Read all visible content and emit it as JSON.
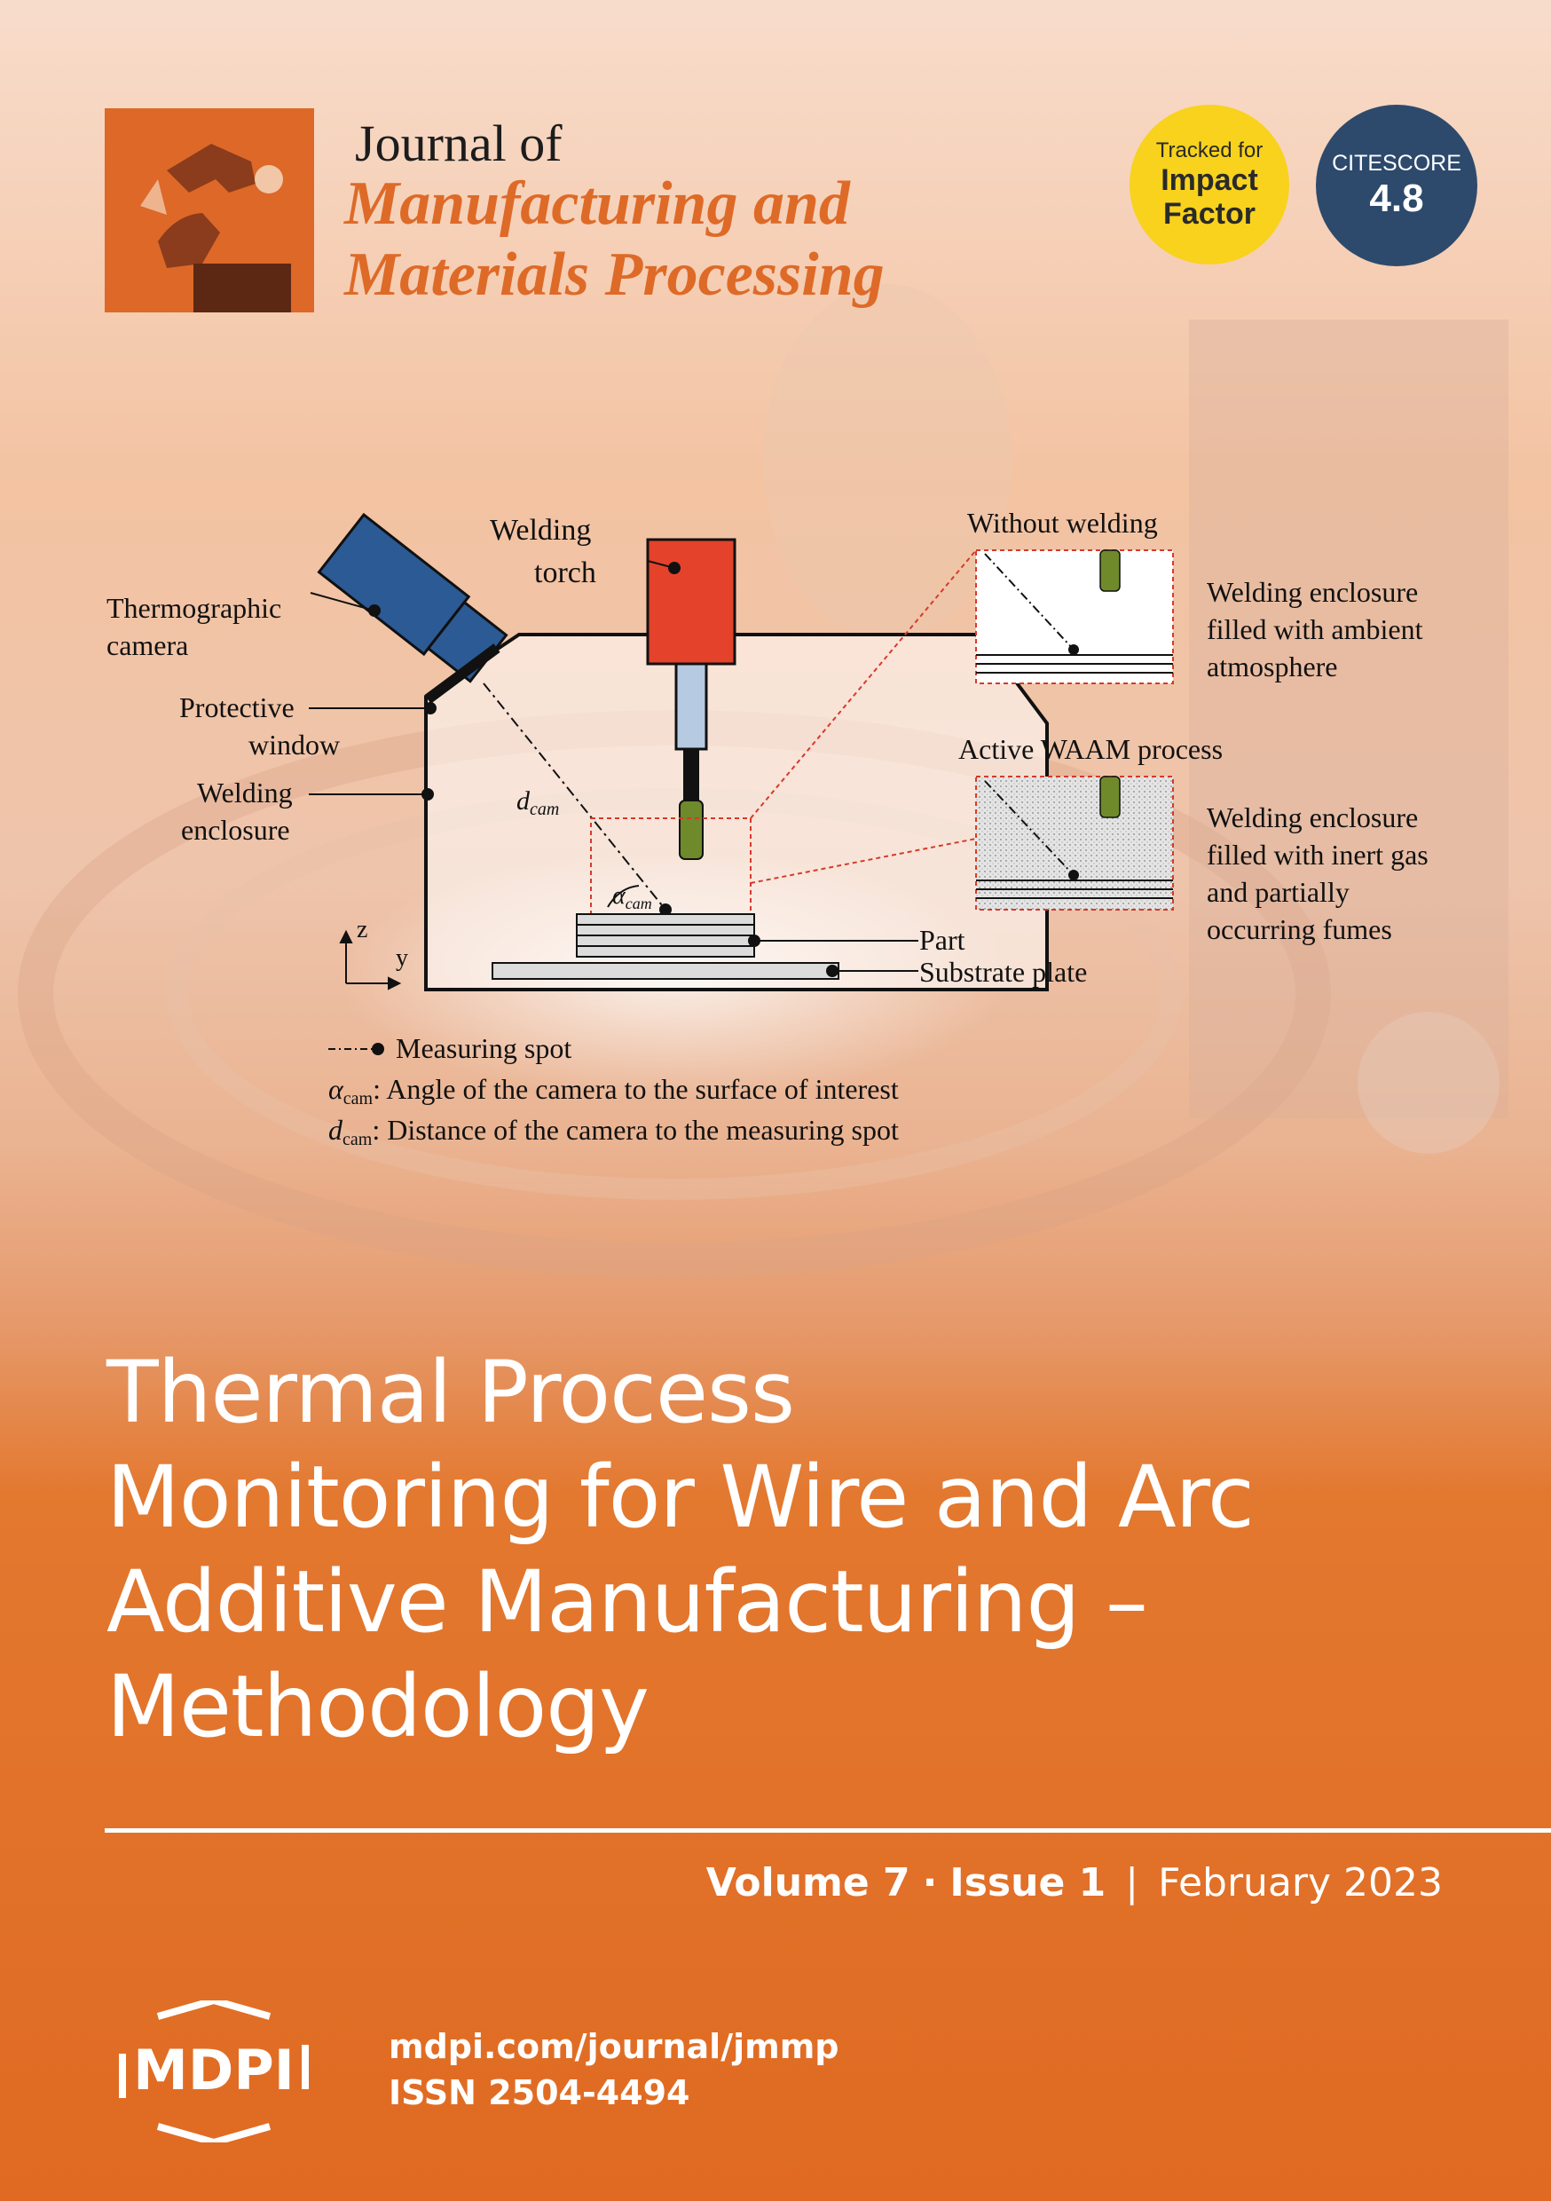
{
  "journal": {
    "prefix": "Journal of",
    "name_line1": "Manufacturing and",
    "name_line2": "Materials Processing"
  },
  "badges": {
    "impact_small": "Tracked for",
    "impact_line1": "Impact",
    "impact_line2": "Factor",
    "citescore_label": "CITESCORE",
    "citescore_value": "4.8"
  },
  "diagram": {
    "thermo_camera_1": "Thermographic",
    "thermo_camera_2": "camera",
    "protective_1": "Protective",
    "protective_2": "window",
    "enclosure_1": "Welding",
    "enclosure_2": "enclosure",
    "torch_1": "Welding",
    "torch_2": "torch",
    "d_cam": "d",
    "cam_sub": "cam",
    "alpha": "α",
    "axis_z": "z",
    "axis_y": "y",
    "part": "Part",
    "substrate": "Substrate plate",
    "without_welding": "Without welding",
    "ambient_1": "Welding enclosure",
    "ambient_2": "filled with ambient",
    "ambient_3": "atmosphere",
    "active_waam": "Active WAAM process",
    "inert_1": "Welding enclosure",
    "inert_2": "filled with inert gas",
    "inert_3": "and partially",
    "inert_4": "occurring fumes",
    "legend_measuring": "Measuring spot",
    "legend_alpha_text": ": Angle of the camera to the surface of interest",
    "legend_d_text": ": Distance of the camera to the measuring spot"
  },
  "title": {
    "line1": "Thermal Process",
    "line2": "Monitoring for Wire and Arc",
    "line3": "Additive Manufacturing –",
    "line4": "Methodology"
  },
  "issue": {
    "volume": "Volume 7",
    "dot": "·",
    "issue": "Issue 1",
    "bar": "|",
    "date": "February 2023"
  },
  "publisher": {
    "logo_text": "MDPI",
    "url": "mdpi.com/journal/jmmp",
    "issn": "ISSN 2504-4494"
  },
  "colors": {
    "accent": "#de6a28",
    "cover_orange": "#e06a22",
    "impact_yellow": "#f8d21c",
    "citescore_blue": "#2d4a6c"
  }
}
